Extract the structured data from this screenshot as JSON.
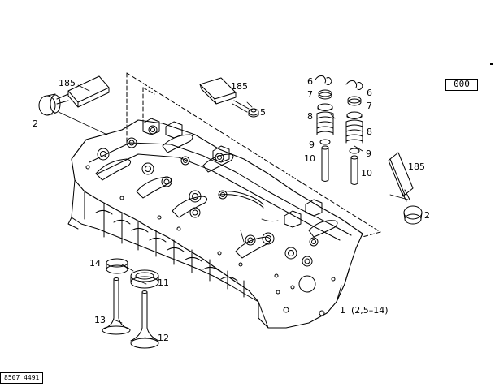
{
  "reference_box": "000",
  "drawing_id": "8507 4491",
  "range_label": "1  (2,5–14)",
  "callouts": {
    "c185_a": "185",
    "c2_a": "2",
    "c185_b": "185",
    "c5": "5",
    "c6_a": "6",
    "c7_a": "7",
    "c8_a": "8",
    "c9_a": "9",
    "c10_a": "10",
    "c6_b": "6",
    "c7_b": "7",
    "c8_b": "8",
    "c9_b": "9",
    "c10_b": "10",
    "c185_c": "185",
    "c2_b": "2",
    "c14": "14",
    "c11": "11",
    "c13": "13",
    "c12": "12"
  }
}
